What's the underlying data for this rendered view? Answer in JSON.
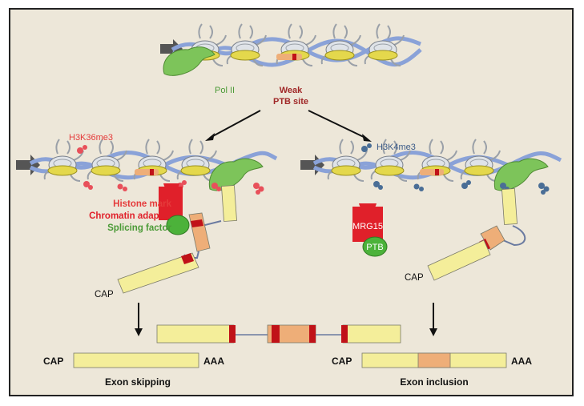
{
  "labels": {
    "pol2": "Pol II",
    "weak": "Weak",
    "ptb_site": "PTB site",
    "h3k36": "H3K36me3",
    "h3k4": "H3K4me3",
    "histone_mark": "Histone mark",
    "chromatin_adaptor": "Chromatin adaptor",
    "splicing_factor": "Splicing factor",
    "mrg15": "MRG15",
    "ptb": "PTB",
    "cap_left": "CAP",
    "cap_right": "CAP",
    "cap_bottom_left": "CAP",
    "aaa_left": "AAA",
    "cap_bottom_right": "CAP",
    "aaa_right": "AAA",
    "exon_skipping": "Exon skipping",
    "exon_inclusion": "Exon inclusion"
  },
  "colors": {
    "background": "#ede7d9",
    "dna": "#8aa2d8",
    "nucleosome": "#d8dde3",
    "histone_ring": "#e2d64a",
    "pol2": "#7dc45a",
    "exon_yellow": "#f4ee9a",
    "exon_orange": "#eeae78",
    "splice_red": "#c01218",
    "mark_red": "#e8505a",
    "mark_blue": "#4a6e96",
    "adaptor_red": "#e0202a",
    "label_red": "#e53a3a",
    "label_darkred": "#a02828",
    "label_green": "#4a9a36",
    "label_blue": "#3a5a88"
  }
}
